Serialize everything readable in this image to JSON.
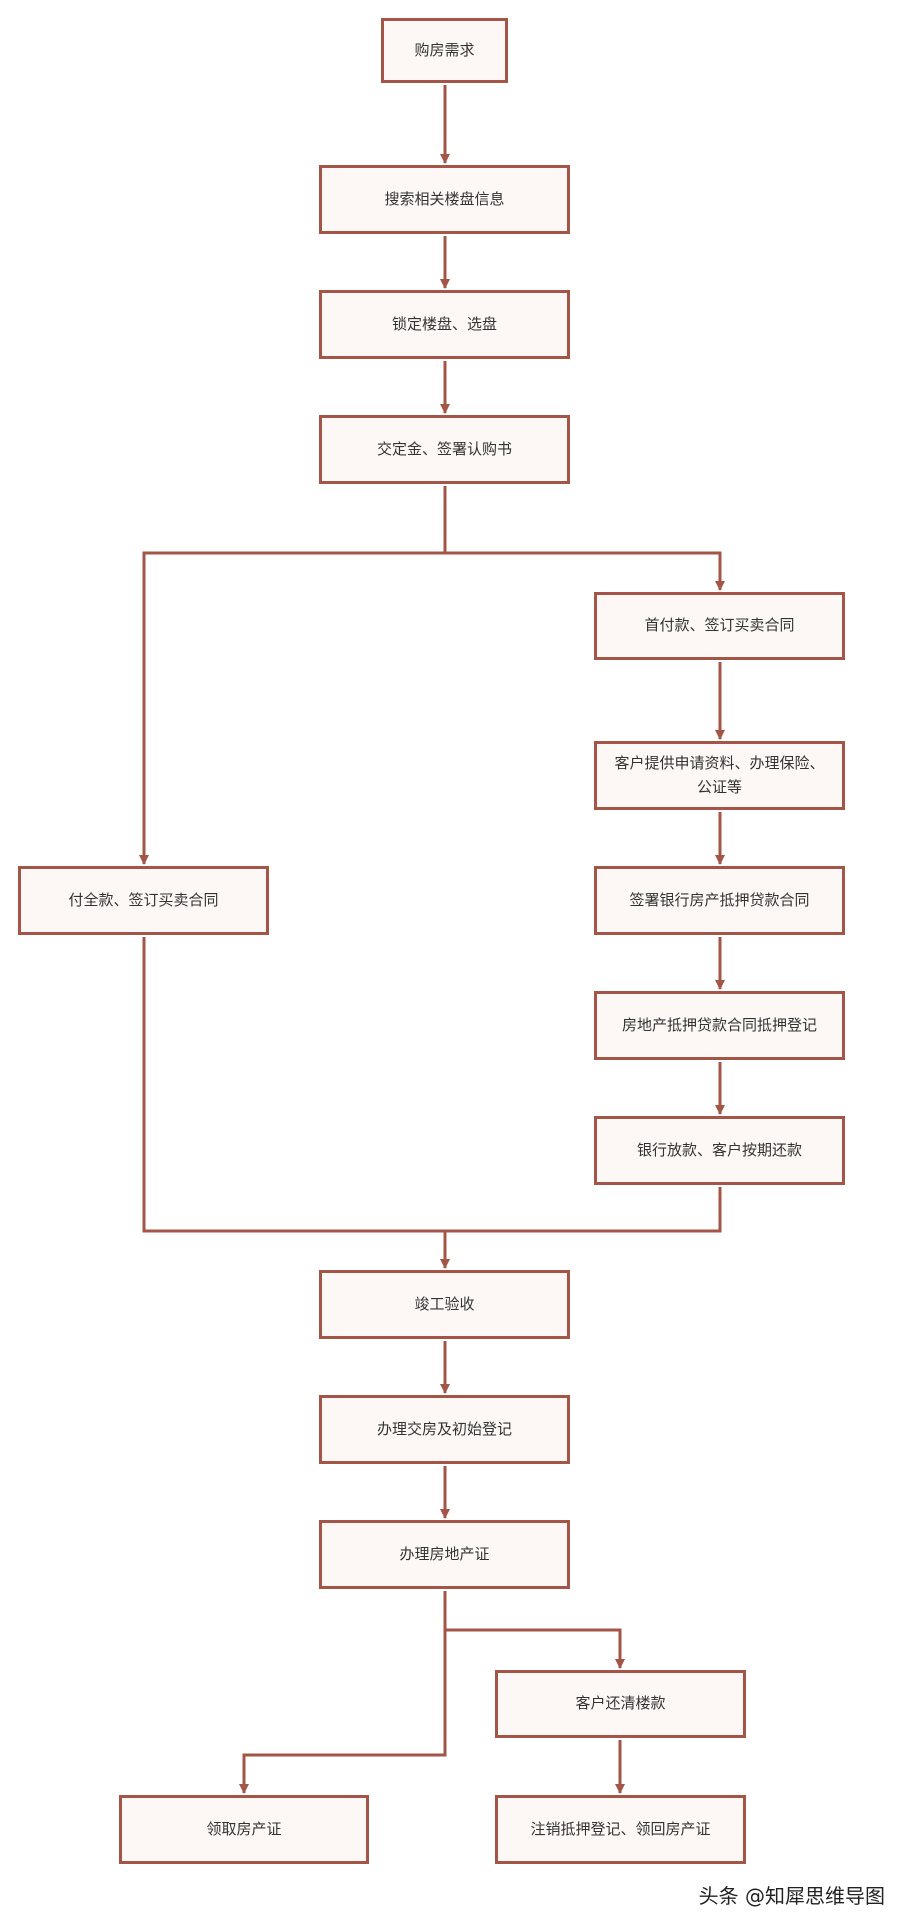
{
  "colors": {
    "stroke": "#a35548",
    "fill": "#fdf8f6",
    "text": "#333333"
  },
  "nodes": {
    "need": "购房需求",
    "search": "搜索相关楼盘信息",
    "lock": "锁定楼盘、选盘",
    "deposit": "交定金、签署认购书",
    "down_payment": "首付款、签订买卖合同",
    "provide_docs": "客户提供申请资料、办理保险、公证等",
    "full_payment": "付全款、签订买卖合同",
    "loan_contract": "签署银行房产抵押贷款合同",
    "mortgage_register": "房地产抵押贷款合同抵押登记",
    "bank_release": "银行放款、客户按期还款",
    "acceptance": "竣工验收",
    "handover": "办理交房及初始登记",
    "certificate": "办理房地产证",
    "repay_all": "客户还清楼款",
    "receive_cert": "领取房产证",
    "cancel_mortgage": "注销抵押登记、领回房产证"
  },
  "watermark": "头条 @知犀思维导图"
}
